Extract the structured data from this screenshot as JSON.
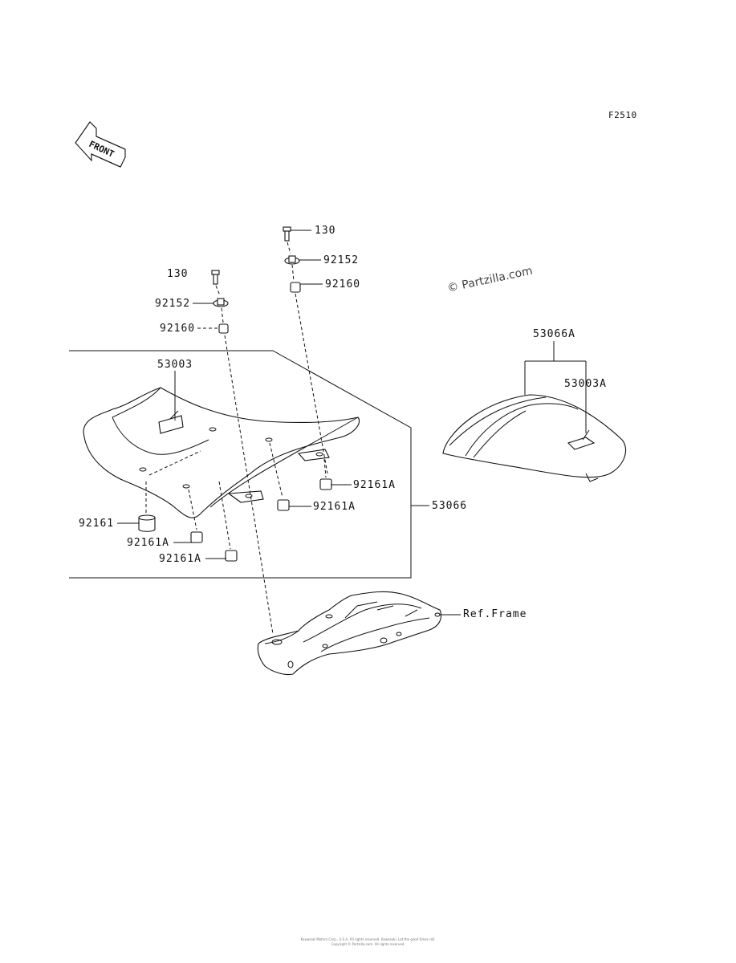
{
  "figure_code": "F2510",
  "front_badge": "FRONT",
  "watermark": "© Partzilla.com",
  "labels": {
    "p130_left": "130",
    "p92152_left": "92152",
    "p92160_left": "92160",
    "p130_right": "130",
    "p92152_right": "92152",
    "p92160_right": "92160",
    "p53003": "53003",
    "p53066A": "53066A",
    "p53003A": "53003A",
    "p92161A_r1": "92161A",
    "p92161A_r2": "92161A",
    "p53066": "53066",
    "p92161": "92161",
    "p92161A_l1": "92161A",
    "p92161A_l2": "92161A",
    "ref_frame": "Ref.Frame"
  },
  "footer": {
    "line1": "Kawasaki Motors Corp., U.S.A. All rights reserved. Kawasaki, Let the good times roll.",
    "line2": "Copyright © Partzilla.com. All rights reserved."
  }
}
